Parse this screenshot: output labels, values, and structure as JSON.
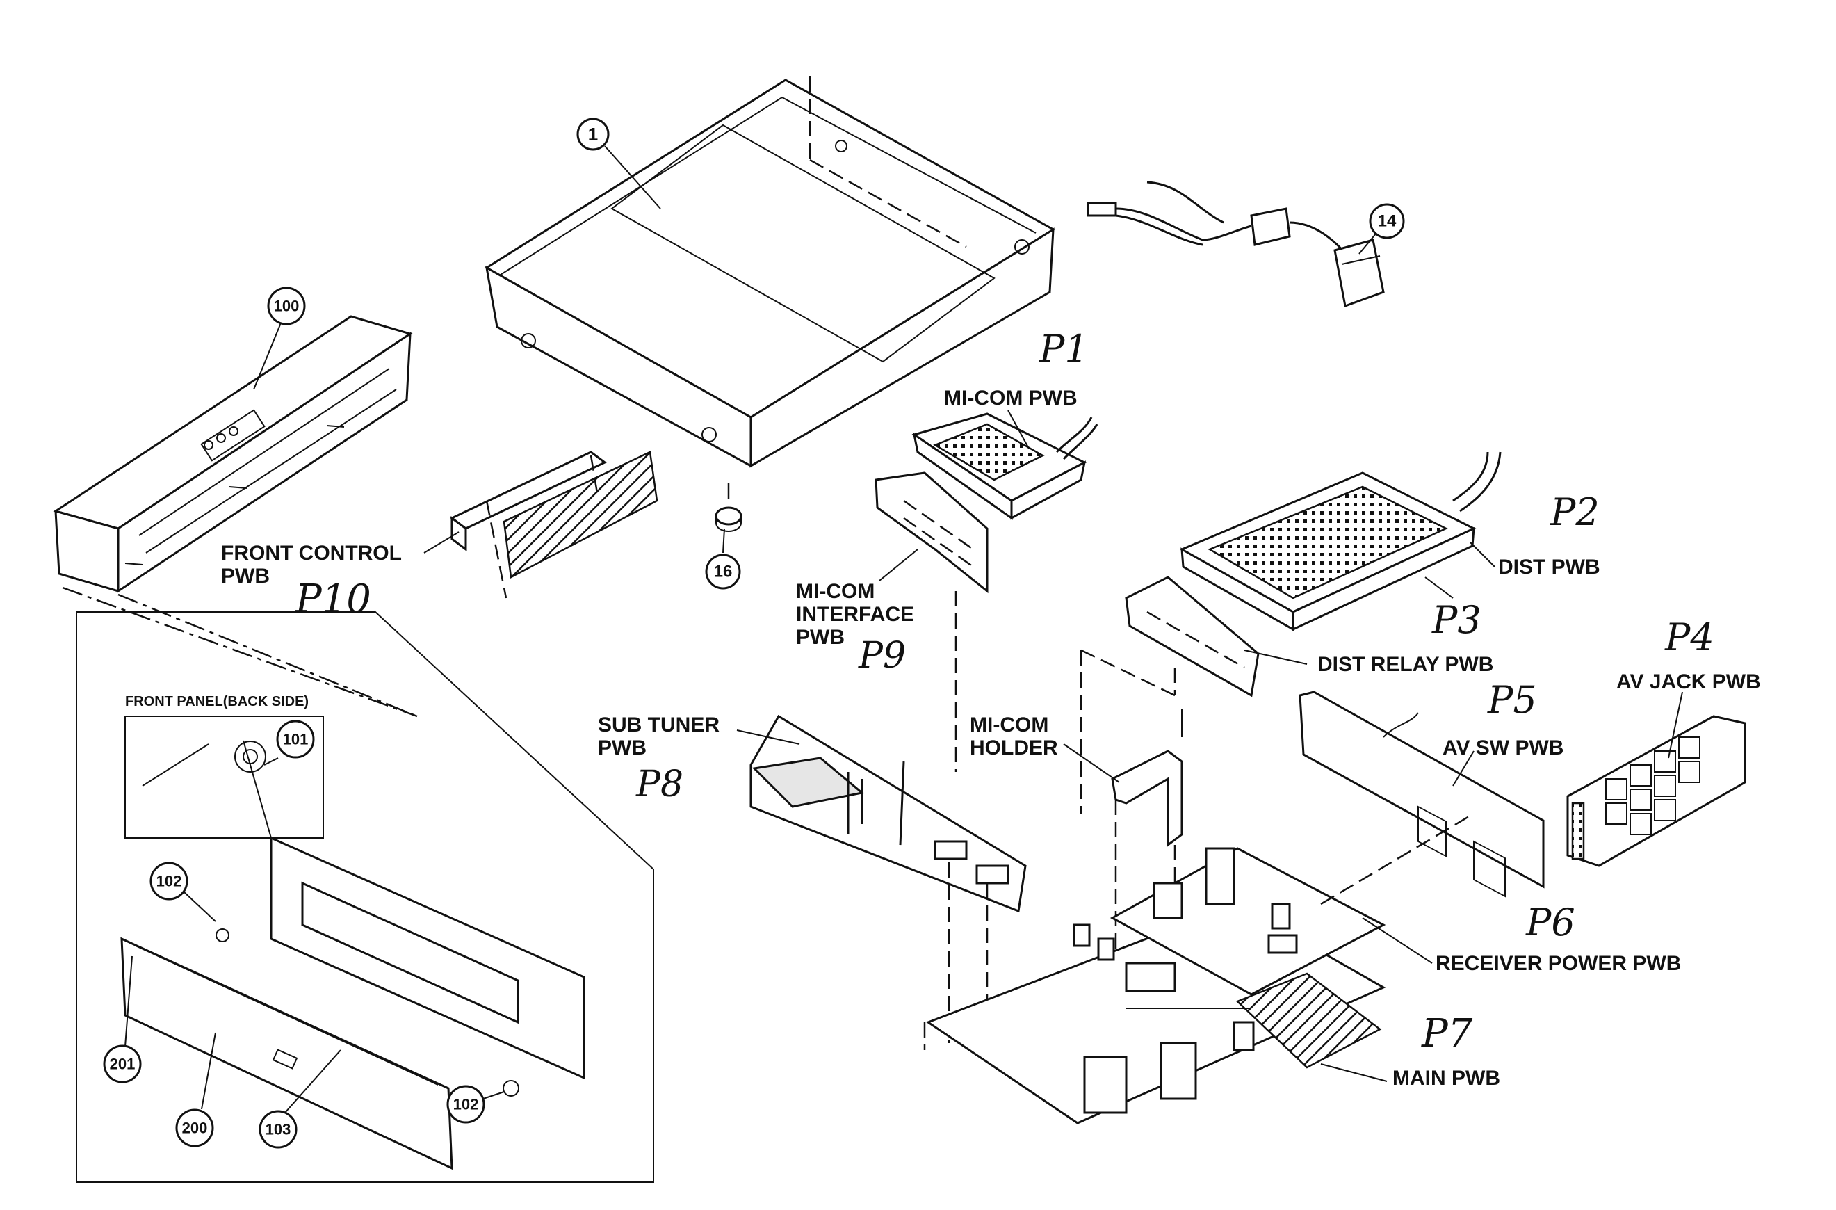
{
  "callouts": {
    "c1": "1",
    "c14": "14",
    "c16": "16",
    "c100": "100",
    "c101": "101",
    "c102a": "102",
    "c102b": "102",
    "c103": "103",
    "c200": "200",
    "c201": "201"
  },
  "labels": {
    "mi_com_pwb": "MI-COM PWB",
    "dist_pwb": "DIST PWB",
    "dist_relay_pwb": "DIST RELAY PWB",
    "av_jack_pwb": "AV JACK PWB",
    "av_sw_pwb": "AV SW PWB",
    "receiver_power_pwb": "RECEIVER POWER PWB",
    "main_pwb": "MAIN PWB",
    "sub_tuner_pwb_1": "SUB TUNER",
    "sub_tuner_pwb_2": "PWB",
    "mi_com_holder_1": "MI-COM",
    "mi_com_holder_2": "HOLDER",
    "mi_com_interface_1": "MI-COM",
    "mi_com_interface_2": "INTERFACE",
    "mi_com_interface_3": "PWB",
    "front_control_pwb_1": "FRONT CONTROL",
    "front_control_pwb_2": "PWB",
    "front_panel_back_side": "FRONT PANEL(BACK SIDE)"
  },
  "handwritten": {
    "p1": "P1",
    "p2": "P2",
    "p3": "P3",
    "p4": "P4",
    "p5": "P5",
    "p6": "P6",
    "p7": "P7",
    "p8": "P8",
    "p9": "P9",
    "p10": "P10"
  }
}
